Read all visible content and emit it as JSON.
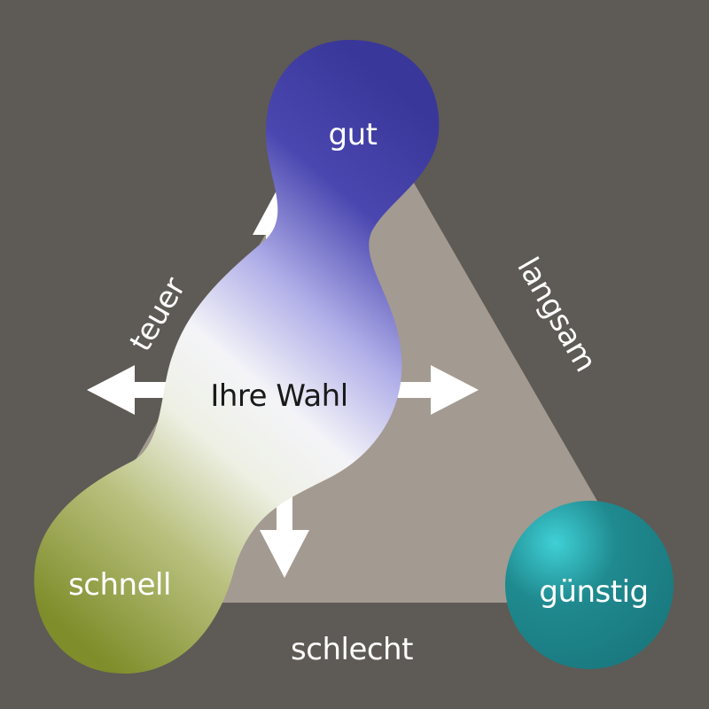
{
  "labels": {
    "good": "gut",
    "your_choice": "Ihre Wahl",
    "fast": "schnell",
    "cheap": "günstig",
    "bad": "schlecht",
    "expensive": "teuer",
    "slow": "langsam"
  },
  "colors": {
    "background": "#5e5a55",
    "triangle": "#a39a91",
    "good_blob": "#3c3a9a",
    "fast_blob": "#8a9a2e",
    "cheap_circle": "#1f8a8f",
    "arrows": "#ffffff"
  }
}
